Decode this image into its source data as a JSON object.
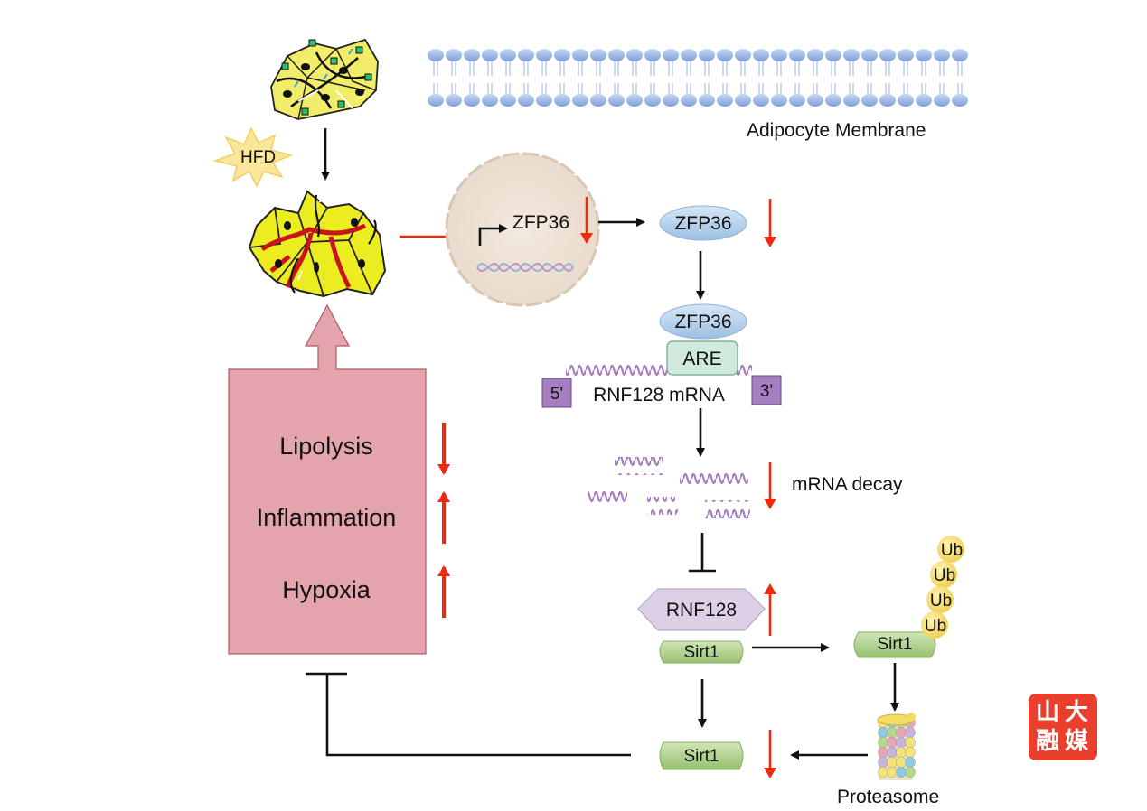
{
  "membrane": {
    "label": "Adipocyte Membrane"
  },
  "stimulus": {
    "label": "HFD"
  },
  "nucleus": {
    "gene": "ZFP36"
  },
  "proteins": {
    "zfp36_cyto": "ZFP36",
    "zfp36_bound": "ZFP36",
    "are": "ARE",
    "five_prime": "5'",
    "three_prime": "3'",
    "mrna": "RNF128 mRNA",
    "rnf128": "RNF128",
    "sirt1_bound": "Sirt1",
    "sirt1_ub": "Sirt1",
    "sirt1_low": "Sirt1",
    "ub": [
      "Ub",
      "Ub",
      "Ub",
      "Ub"
    ]
  },
  "decay": {
    "label": "mRNA decay"
  },
  "proteasome": {
    "label": "Proteasome"
  },
  "effects": {
    "items": [
      {
        "label": "Lipolysis",
        "direction": "down"
      },
      {
        "label": "Inflammation",
        "direction": "up"
      },
      {
        "label": "Hypoxia",
        "direction": "up"
      }
    ]
  },
  "colors": {
    "red_arrow": "#ee2b10",
    "effect_box": "#e4a4ad",
    "protein_blue": "#a9c9e8",
    "sirt1_green": "#a9cc85",
    "rnf128_purple": "#dccfe6",
    "mrna_purple": "#a57fbf",
    "ub_yellow": "#f5df74",
    "nucleus_fill": "#eee2d6",
    "are_fill": "#cfe9dc"
  },
  "logo": {
    "chars": [
      "山",
      "大",
      "融",
      "媒"
    ]
  }
}
